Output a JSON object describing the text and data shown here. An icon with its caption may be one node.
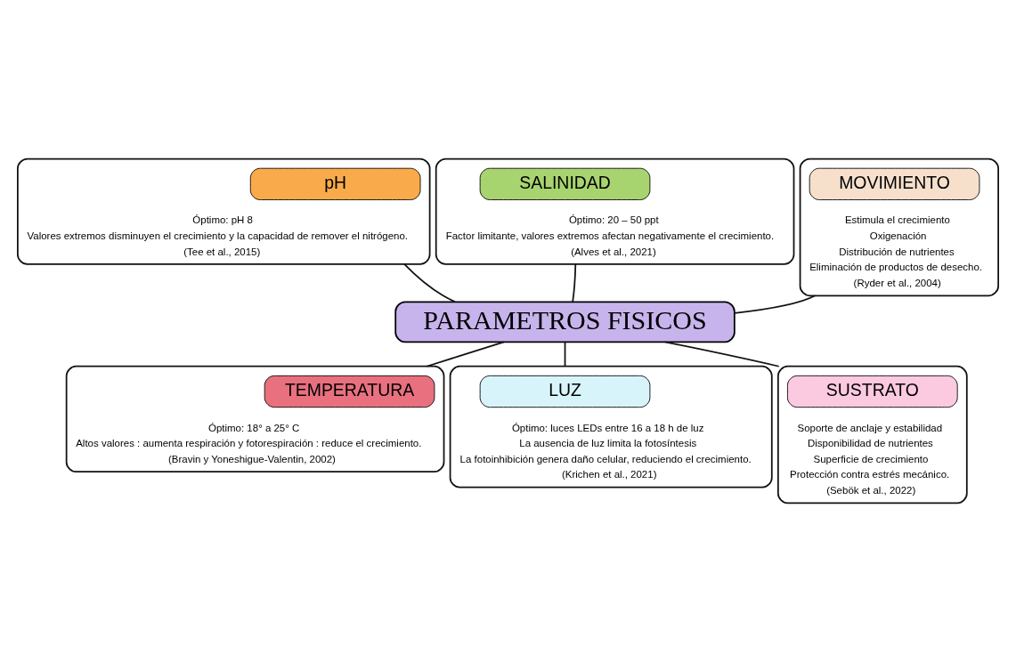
{
  "diagram": {
    "nodes": [
      {
        "text": [
          "Óptimo: pH 8",
          "Valores extremos disminuyen el crecimiento y la capacidad de remover el nitrógeno.",
          "(Tee et al., 2015)"
        ]
      },
      {
        "text": [
          "pH"
        ],
        "in": 0
      },
      {
        "text": [
          "Óptimo: 20 – 50 ppt",
          "Factor limitante, valores extremos afectan negativamente el crecimiento.",
          "(Alves et al., 2021)"
        ]
      },
      {
        "text": [
          "SALINIDAD"
        ],
        "in": 2
      },
      {
        "text": [
          "Estimula el crecimiento",
          "Oxigenación",
          "Distribución de nutrientes",
          "Eliminación de productos de desecho.",
          "(Ryder et al., 2004)"
        ]
      },
      {
        "text": [
          "MOVIMIENTO"
        ],
        "in": 4
      },
      {
        "text": [
          "PARAMETROS FISICOS"
        ]
      },
      {
        "text": [
          "Óptimo: 18° a 25° C",
          "Altos valores : aumenta respiración y fotorespiración : reduce el crecimiento.",
          "(Bravin y Yoneshigue-Valentin, 2002)"
        ]
      },
      {
        "text": [
          "TEMPERATURA"
        ],
        "in": 7
      },
      {
        "text": [
          "Óptimo: luces LEDs entre 16 a 18 h de luz",
          "La ausencia de luz limita la fotosíntesis",
          "La fotoinhibición genera daño celular, reduciendo el crecimiento.",
          "(Krichen et al., 2021)"
        ]
      },
      {
        "text": [
          "LUZ"
        ],
        "in": 9
      },
      {
        "text": [
          "Soporte de anclaje y estabilidad",
          "Disponibilidad de nutrientes",
          "Superficie de crecimiento",
          "Protección contra estrés mecánico.",
          "(Sebök et al., 2022)"
        ]
      },
      {
        "text": [
          "SUSTRATO"
        ],
        "in": 11
      }
    ],
    "edges": [
      {
        "from": 6,
        "to": 0,
        "arrow": "none"
      },
      {
        "from": 6,
        "to": 2,
        "arrow": "none"
      },
      {
        "from": 6,
        "to": 4,
        "arrow": "none"
      },
      {
        "from": 6,
        "to": 7,
        "arrow": "none"
      },
      {
        "from": 6,
        "to": 9,
        "arrow": "none"
      },
      {
        "from": 6,
        "to": 11,
        "arrow": "none"
      }
    ]
  }
}
